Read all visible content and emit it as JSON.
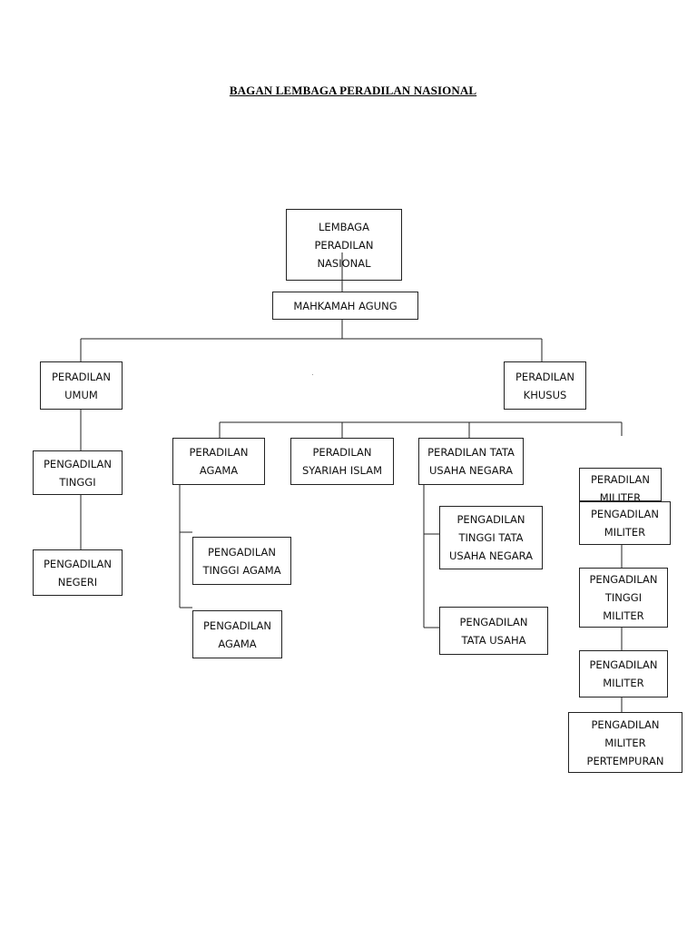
{
  "title": "BAGAN LEMBAGA PERADILAN NASIONAL",
  "nodes": {
    "lembaga": "LEMBAGA\nPERADILAN\nNASIONAL",
    "mahkamah_agung": "MAHKAMAH AGUNG",
    "peradilan_umum": "PERADILAN\nUMUM",
    "peradilan_khusus": "PERADILAN\nKHUSUS",
    "pengadilan_tinggi": "PENGADILAN\nTINGGI",
    "pengadilan_negeri": "PENGADILAN\nNEGERI",
    "peradilan_agama": "PERADILAN\nAGAMA",
    "peradilan_syariah_islam": "PERADILAN\nSYARIAH ISLAM",
    "peradilan_tata_usaha_negara": "PERADILAN TATA\nUSAHA NEGARA",
    "peradilan_militer_behind": "PERADILAN\nMILITER",
    "pengadilan_tinggi_agama": "PENGADILAN\nTINGGI AGAMA",
    "pengadilan_agama": "PENGADILAN\nAGAMA",
    "pengadilan_tinggi_tata_usaha_negara": "PENGADILAN\nTINGGI TATA\nUSAHA NEGARA",
    "pengadilan_tata_usaha": "PENGADILAN\nTATA USAHA",
    "pengadilan_militer_top": "PENGADILAN\nMILITER",
    "pengadilan_tinggi_militer": "PENGADILAN\nTINGGI\nMILITER",
    "pengadilan_militer": "PENGADILAN\nMILITER",
    "pengadilan_militer_pertempuran": "PENGADILAN\nMILITER\nPERTEMPURAN"
  }
}
